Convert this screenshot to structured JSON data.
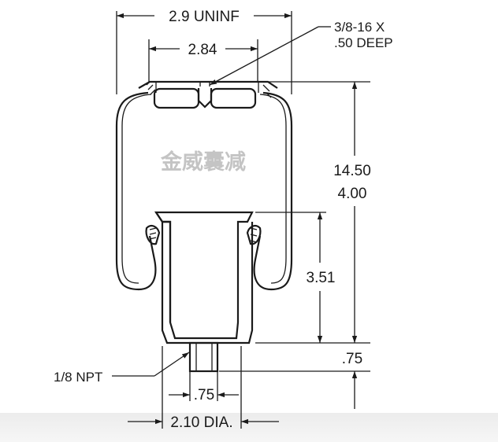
{
  "diagram": {
    "labels": {
      "top_width": "2.9 UNINF",
      "mount_spacing": "2.84",
      "thread_line1": "3/8-16 X",
      "thread_line2": ".50 DEEP",
      "height_max": "14.50",
      "height_min": "4.00",
      "piston_height": "3.51",
      "base_offset": ".75",
      "port": "1/8 NPT",
      "stud_width": ".75",
      "base_diameter": "2.10 DIA."
    },
    "watermark": "金威囊减",
    "colors": {
      "line": "#1a1a1a",
      "watermark": "#c4c4c4",
      "background": "#ffffff"
    }
  }
}
